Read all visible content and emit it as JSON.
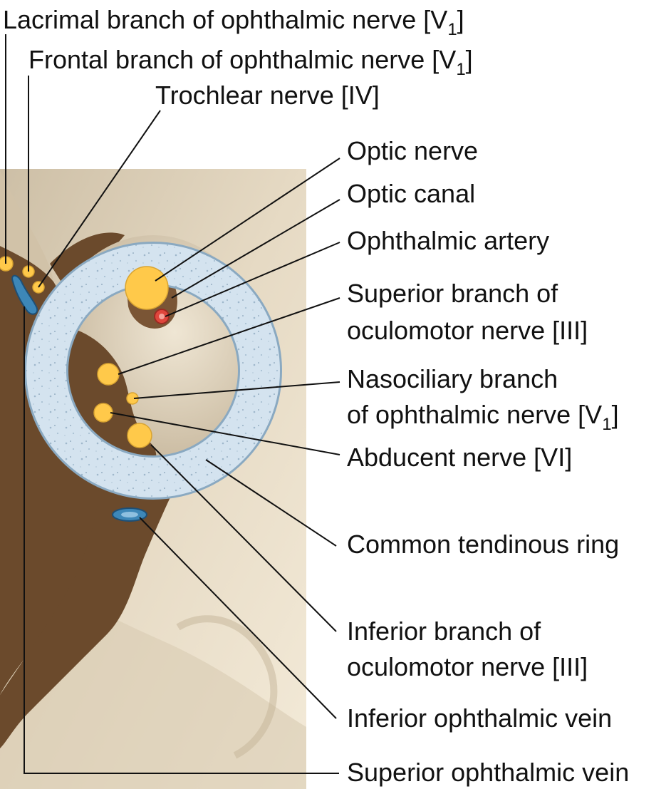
{
  "labels": {
    "lacrimal": {
      "text": "Lacrimal branch of ophthalmic nerve [V",
      "sub": "1",
      "close": "]"
    },
    "frontal": {
      "text": "Frontal branch of ophthalmic nerve [V",
      "sub": "1",
      "close": "]"
    },
    "trochlear": {
      "text": "Trochlear nerve [IV]"
    },
    "optic_nerve": {
      "text": "Optic nerve"
    },
    "optic_canal": {
      "text": "Optic canal"
    },
    "ophthalmic_artery": {
      "text": "Ophthalmic artery"
    },
    "superior_oculomotor": {
      "line1": "Superior branch of",
      "line2": "oculomotor nerve [III]"
    },
    "nasociliary": {
      "line1": "Nasociliary branch",
      "line2": "of ophthalmic nerve [V",
      "sub": "1",
      "close": "]"
    },
    "abducent": {
      "text": "Abducent nerve [VI]"
    },
    "common_ring": {
      "text": "Common tendinous ring"
    },
    "inferior_oculomotor": {
      "line1": "Inferior branch of",
      "line2": "oculomotor nerve [III]"
    },
    "inferior_vein": {
      "text": "Inferior ophthalmic vein"
    },
    "superior_vein": {
      "text": "Superior ophthalmic vein"
    }
  },
  "colors": {
    "bone": "#e8dcc6",
    "fissure": "#6b4a2c",
    "ring": "#cfe0ee",
    "nerve": "#ffc94a",
    "artery": "#e0463c",
    "vein": "#3d87b8"
  }
}
